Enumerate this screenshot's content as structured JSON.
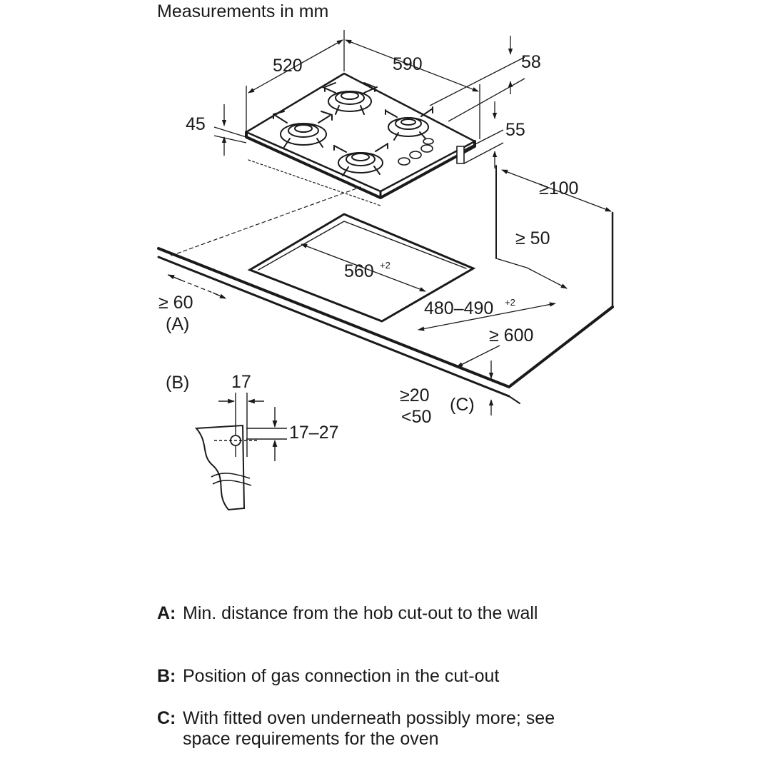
{
  "title": "Measurements in mm",
  "dimensions": {
    "hob_depth": "520",
    "hob_width": "590",
    "top_height": "58",
    "edge_height": "45",
    "body_height": "55",
    "rear_clearance": "≥100",
    "back_gap": "≥ 50",
    "wall_distance": "≥ 60",
    "cutout_width": "560",
    "cutout_width_tol": "+2",
    "cutout_depth": "480–490",
    "cutout_depth_tol": "+2",
    "worktop_depth": "≥ 600",
    "worktop_thickness_min": "≥20",
    "worktop_thickness_max": "<50"
  },
  "markers": {
    "a": "(A)",
    "b": "(B)",
    "c": "(C)"
  },
  "detail_b": {
    "horizontal": "17",
    "vertical": "17–27"
  },
  "legend": [
    {
      "key": "A:",
      "text": "Min. distance from the hob cut-out to the wall"
    },
    {
      "key": "B:",
      "text": "Position of gas connection in the cut-out"
    },
    {
      "key": "C:",
      "text": "With fitted oven underneath possibly more; see space requirements for the oven"
    }
  ]
}
